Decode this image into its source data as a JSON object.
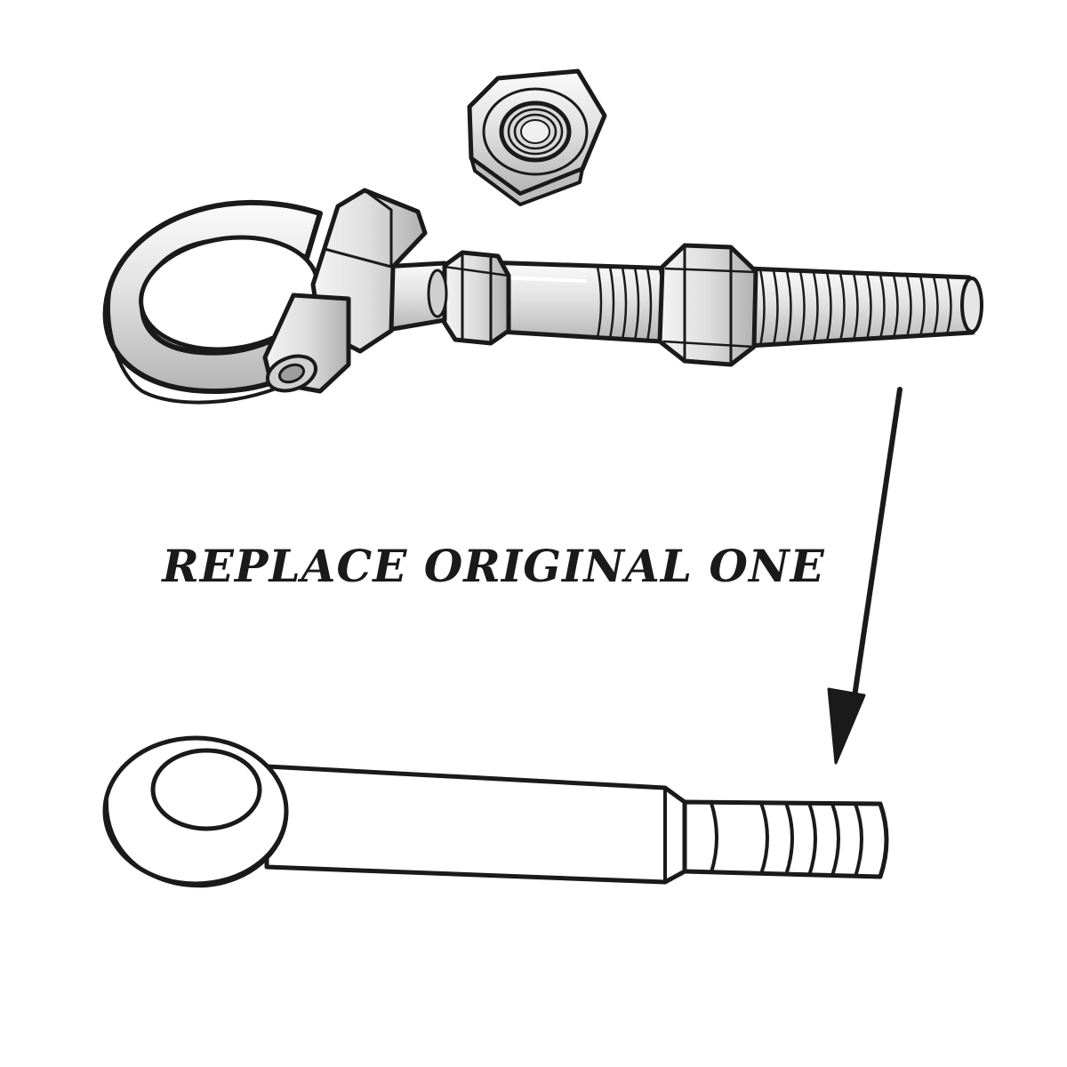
{
  "caption": "REPLACE ORIGINAL ONE",
  "colors": {
    "line": "#1a1a1a",
    "metal_light": "#f2f2f2",
    "metal_mid": "#d6d6d6",
    "metal_dark": "#a8a8a8",
    "background": "#ffffff"
  },
  "parts": {
    "new_part": "tow-hook-assembly",
    "loose_nut": "lock-nut",
    "original_part": "original-tow-eye-bolt"
  }
}
